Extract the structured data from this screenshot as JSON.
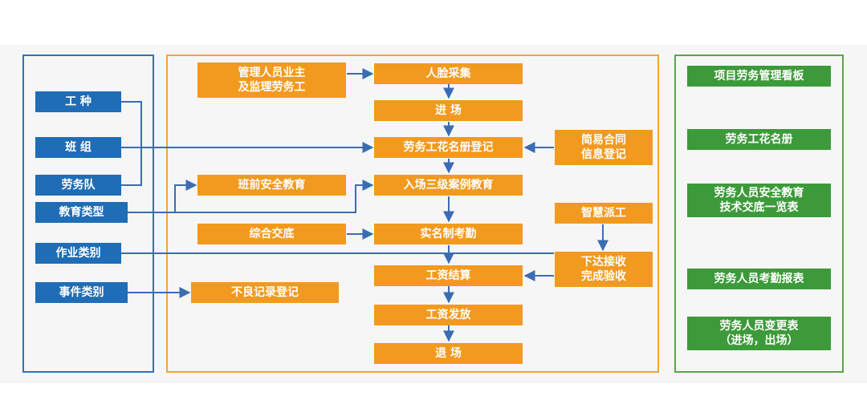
{
  "colors": {
    "left_frame": "#2e73b7",
    "center_frame": "#f2a33a",
    "right_frame": "#5aa54b",
    "blue_box": "#1f6db6",
    "orange_box": "#f19a1f",
    "green_box": "#3d9a3a",
    "connector": "#3b6cb3"
  },
  "left": {
    "work_type": "工 种",
    "team": "班 组",
    "labor_team": "劳务队",
    "education_type": "教育类型",
    "job_category": "作业类别",
    "event_category": "事件类别"
  },
  "center": {
    "manager_owner_supervisor": "管理人员业主\n及监理劳务工",
    "face_collection": "人脸采集",
    "entry": "进 场",
    "roster_registration": "劳务工花名册登记",
    "simple_contract": "简易合同\n信息登记",
    "pre_shift_safety": "班前安全教育",
    "three_level_education": "入场三级案例教育",
    "smart_dispatch": "智慧派工",
    "comprehensive_briefing": "综合交底",
    "realname_attendance": "实名制考勤",
    "issue_accept": "下达接收\n完成验收",
    "wage_settlement": "工资结算",
    "bad_record": "不良记录登记",
    "wage_payment": "工资发放",
    "exit": "退 场"
  },
  "right": {
    "dashboard": "项目劳务管理看板",
    "roster": "劳务工花名册",
    "safety_education_list": "劳务人员安全教育\n技术交底一览表",
    "attendance_report": "劳务人员考勤报表",
    "change_table": "劳务人员变更表\n（进场，出场）"
  }
}
